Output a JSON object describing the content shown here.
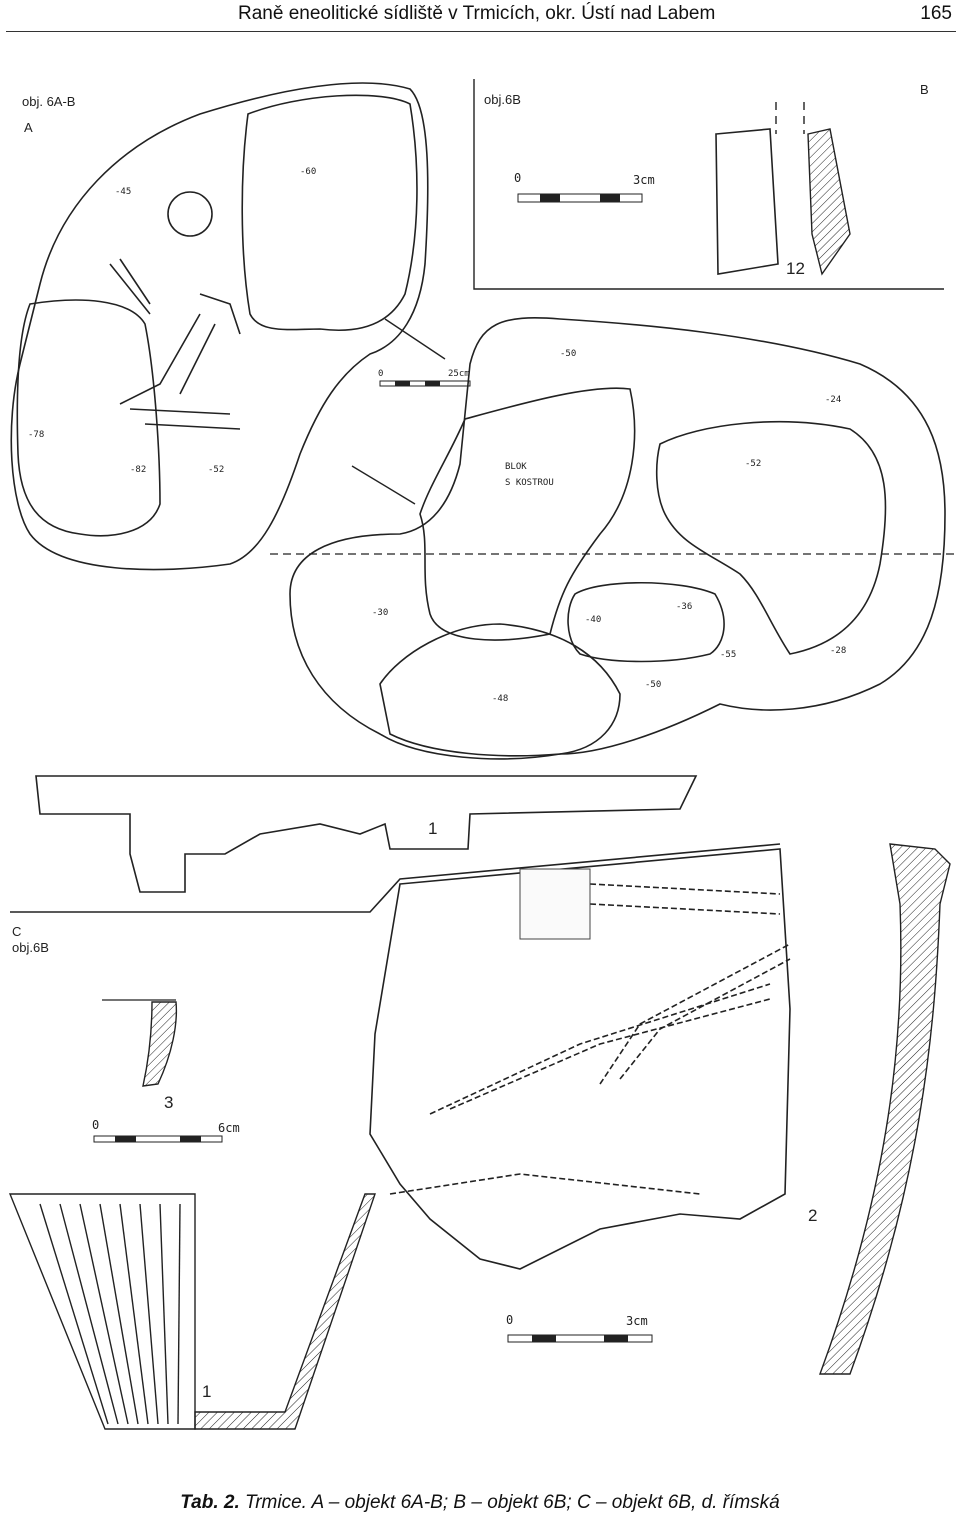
{
  "header": {
    "title": "Raně eneolitické sídliště v Trmicích, okr. Ústí nad Labem",
    "page_number": "165"
  },
  "panel_a": {
    "object_label": "obj. 6A-B",
    "panel_letter": "A",
    "depths": [
      "-45",
      "-60",
      "-78",
      "-82",
      "-52",
      "-50",
      "-24",
      "-52",
      "-36",
      "-40",
      "-30",
      "-55",
      "-28",
      "-50",
      "-48"
    ],
    "block_label_1": "BLOK",
    "block_label_2": "S KOSTROU",
    "scale_zero": "0",
    "scale_max": "25cm"
  },
  "panel_b": {
    "object_label": "obj.6B",
    "panel_letter": "B",
    "scale_zero": "0",
    "scale_max": "3cm",
    "item_number": "12"
  },
  "panel_c": {
    "panel_letter": "C",
    "object_label": "obj.6B",
    "item_1": "1",
    "item_2": "2",
    "item_3": "3",
    "scale_small_zero": "0",
    "scale_small_max": "6cm",
    "scale_large_zero": "0",
    "scale_large_max": "3cm",
    "section_number": "1"
  },
  "caption": {
    "label": "Tab. 2.",
    "text": "Trmice. A – objekt 6A-B; B – objekt 6B; C – objekt 6B, d. římská"
  }
}
